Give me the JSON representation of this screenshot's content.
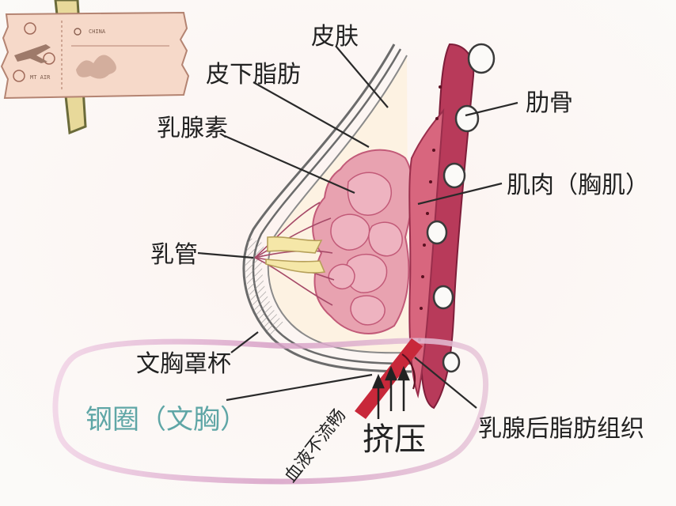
{
  "labels": {
    "skin": "皮肤",
    "subcutaneous_fat": "皮下脂肪",
    "mammary_gland": "乳腺素",
    "rib": "肋骨",
    "muscle": "肌肉（胸肌）",
    "milk_duct": "乳管",
    "bra_cup": "文胸罩杯",
    "underwire": "钢圈（文胸）",
    "poor_blood_flow": "血液不流畅",
    "compression": "挤压",
    "retromammary_fat": "乳腺后脂肪组织"
  },
  "ticket": {
    "text_top": "CHINA",
    "text_left": "MT AIR"
  },
  "colors": {
    "gland": "#e8a2b0",
    "gland_outline": "#c25a78",
    "muscle": "#b83a5a",
    "outline_glow": "#d9a2c8",
    "ticket": "#f6d9c9",
    "arrow": "#c8283a",
    "teal_text": "#5fa6a6"
  }
}
